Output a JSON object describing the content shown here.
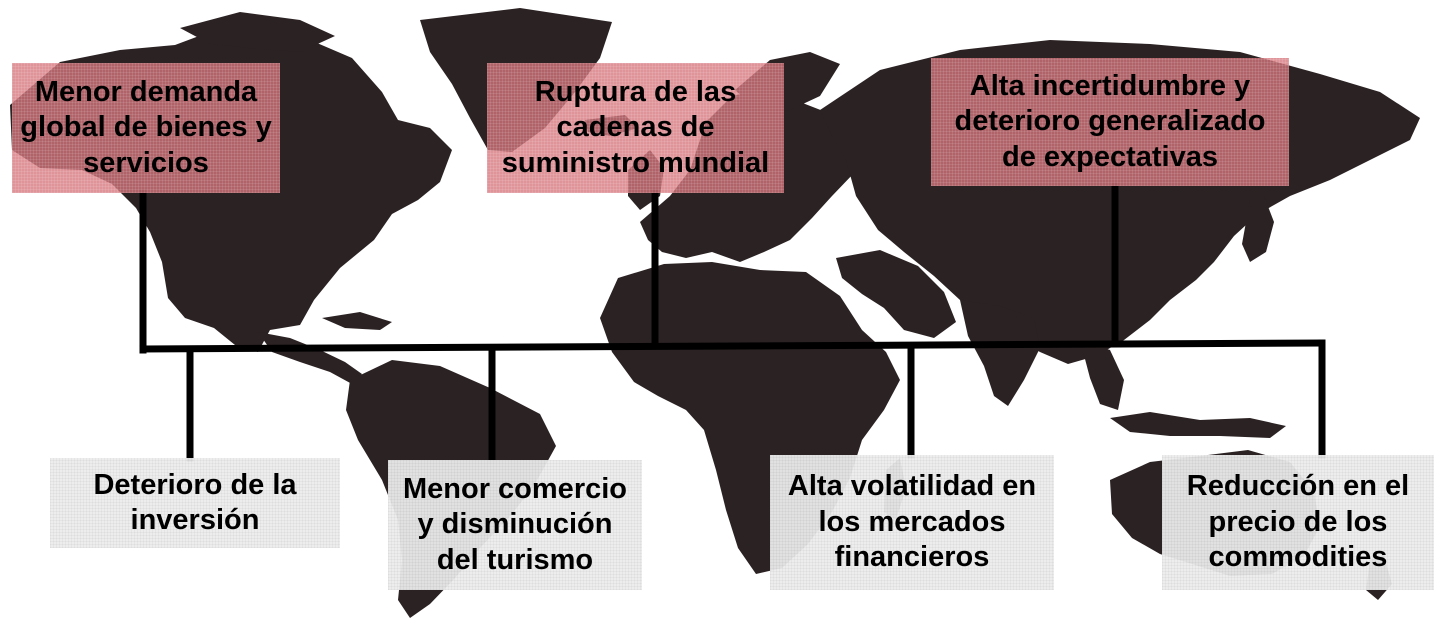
{
  "colors": {
    "map": "#2b2223",
    "cause_box": "#d6767e",
    "effect_box": "#ececec",
    "connector": "#000000"
  },
  "map": {
    "icon": "world-map-icon"
  },
  "causes": [
    {
      "lines": [
        "Menor demanda",
        "global de bienes y",
        "servicios"
      ]
    },
    {
      "lines": [
        "Ruptura de las",
        "cadenas de",
        "suministro mundial"
      ]
    },
    {
      "lines": [
        "Alta incertidumbre y",
        "deterioro generalizado",
        "de expectativas"
      ]
    }
  ],
  "effects": [
    {
      "lines": [
        "Deterioro de la",
        "inversión"
      ]
    },
    {
      "lines": [
        "Menor comercio",
        "y disminución",
        "del turismo"
      ]
    },
    {
      "lines": [
        "Alta volatilidad en",
        "los mercados",
        "financieros"
      ]
    },
    {
      "lines": [
        "Reducción en el",
        "precio de los",
        "commodities"
      ]
    }
  ]
}
